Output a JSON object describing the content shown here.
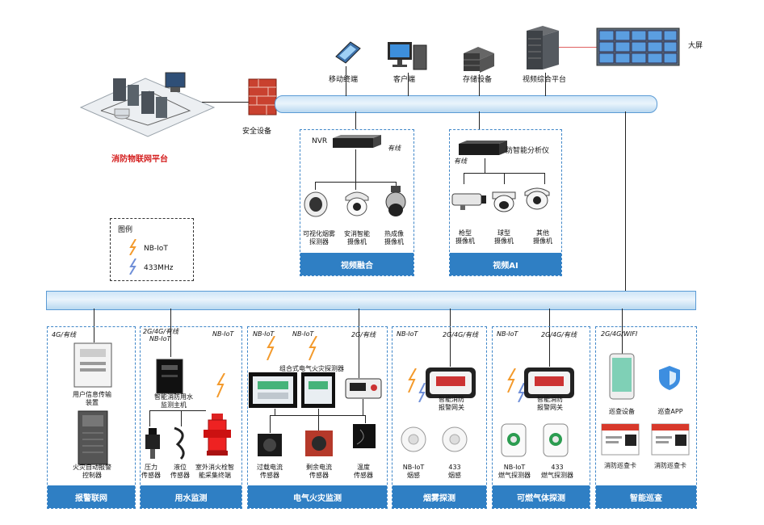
{
  "top": {
    "platform_label": "消防物联网平台",
    "security_label": "安全设备",
    "mobile_label": "移动终端",
    "client_label": "客户端",
    "storage_label": "存储设备",
    "video_platform_label": "视频综合平台",
    "big_screen_label": "大屏"
  },
  "video_fusion": {
    "nvr_label": "NVR",
    "wired": "有线",
    "cam1": [
      "可视化烟雾",
      "探测器"
    ],
    "cam2": [
      "安消智能",
      "摄像机"
    ],
    "cam3": [
      "热成像",
      "摄像机"
    ],
    "footer": "视频融合"
  },
  "video_ai": {
    "analyzer_label": "防智能分析仪",
    "wired": "有线",
    "cam1": [
      "枪型",
      "摄像机"
    ],
    "cam2": [
      "球型",
      "摄像机"
    ],
    "cam3": [
      "其他",
      "摄像机"
    ],
    "footer": "视频AI"
  },
  "legend": {
    "title": "图例",
    "nbiot": "NB-IoT",
    "m433": "433MHz"
  },
  "groups": {
    "alarm": {
      "net": "4G/有线",
      "dev1": [
        "用户信息传输",
        "装置"
      ],
      "dev2": [
        "火灾自动报警",
        "控制器"
      ],
      "footer": "报警联网"
    },
    "water": {
      "net1": "2G/4G/有线",
      "net1b": "NB-IoT",
      "net2": "NB-IoT",
      "host": [
        "智能消防用水",
        "监测主机"
      ],
      "s1": [
        "压力",
        "传感器"
      ],
      "s2": [
        "液位",
        "传感器"
      ],
      "s3": [
        "室外消火栓智",
        "能采集终端"
      ],
      "footer": "用水监测"
    },
    "electric": {
      "net1": "NB-IoT",
      "net2": "NB-IoT",
      "net3": "2G/有线",
      "detector": "组合式电气火灾探测器",
      "s1": [
        "过载电流",
        "传感器"
      ],
      "s2": [
        "剩余电流",
        "传感器"
      ],
      "s3": [
        "温度",
        "传感器"
      ],
      "footer": "电气火灾监测"
    },
    "smoke": {
      "net1": "NB-IoT",
      "net2": "2G/4G/有线",
      "gateway": [
        "智能消防",
        "报警网关"
      ],
      "d1": [
        "NB-IoT",
        "烟感"
      ],
      "d2": [
        "433",
        "烟感"
      ],
      "footer": "烟雾探测"
    },
    "gas": {
      "net1": "NB-IoT",
      "net2": "2G/4G/有线",
      "gateway": [
        "智能消防",
        "报警网关"
      ],
      "d1": [
        "NB-IoT",
        "燃气探测器"
      ],
      "d2": [
        "433",
        "燃气探测器"
      ],
      "footer": "可燃气体探测"
    },
    "patrol": {
      "net": "2G/4G/WIFI",
      "d1": "巡查设备",
      "d2": "巡查APP",
      "d3": "消防巡查卡",
      "d4": "消防巡查卡",
      "footer": "智能巡查"
    }
  },
  "colors": {
    "footer_blue": "#2f7fc4",
    "bus_blue": "#cfe5f7",
    "title_red": "#d41e1e",
    "nbiot_bolt": "#f39a2c",
    "m433_bolt": "#6f8fd8"
  }
}
